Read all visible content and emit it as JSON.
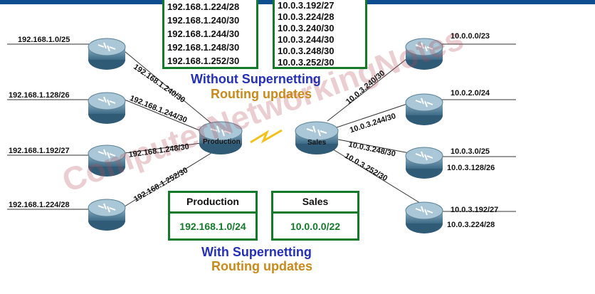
{
  "colors": {
    "accent_blue": "#2430b8",
    "accent_orange": "#c98a1a",
    "box_green": "#137a2a",
    "topbar": "#0e4d8f"
  },
  "without_table_left": [
    "192.168.1.224/28",
    "192.168.1.240/30",
    "192.168.1.244/30",
    "192.168.1.248/30",
    "192.168.1.252/30"
  ],
  "without_table_right": [
    "10.0.3.192/27",
    "10.0.3.224/28",
    "10.0.3.240/30",
    "10.0.3.244/30",
    "10.0.3.248/30",
    "10.0.3.252/30"
  ],
  "without_caption": {
    "line1": "Without Supernetting",
    "line2": "Routing updates"
  },
  "with_caption": {
    "line1": "With Supernetting",
    "line2": "Routing updates"
  },
  "summary": {
    "production": {
      "header": "Production",
      "value": "192.168.1.0/24"
    },
    "sales": {
      "header": "Sales",
      "value": "10.0.0.0/22"
    }
  },
  "routers": {
    "production": "Production",
    "sales": "Sales"
  },
  "left_networks": [
    "192.168.1.0/25",
    "192.168.1.128/26",
    "192.168.1.192/27",
    "192.168.1.224/28"
  ],
  "right_networks": [
    "10.0.0.0/23",
    "10.0.2.0/24",
    "10.0.3.0/25",
    "10.0.3.128/26",
    "10.0.3.192/27",
    "10.0.3.224/28"
  ],
  "left_links": [
    "192.168.1.240/30",
    "192.168.1.244/30",
    "192.168.1.248/30",
    "192.168.1.252/30"
  ],
  "right_links": [
    "10.0.3.240/30",
    "10.0.3.244/30",
    "10.0.3.248/30",
    "10.0.3.252/30"
  ],
  "watermark": "ComputerNetworkingNotes",
  "icons": {
    "router": "router-icon",
    "serial_link": "lightning-link-icon"
  }
}
